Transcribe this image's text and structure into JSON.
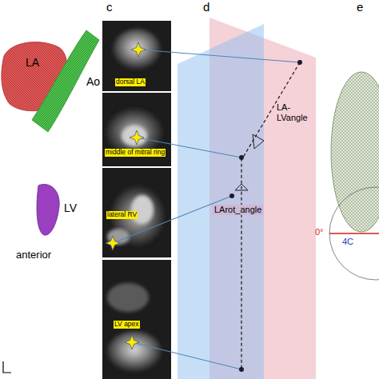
{
  "diagram": {
    "nodes": [
      {
        "text": [
          "dorsal LA"
        ]
      },
      {
        "text": [
          "middle of mitral ring"
        ]
      },
      {
        "text": [
          "lateral RV"
        ]
      },
      {
        "text": [
          "LV apex"
        ]
      }
    ],
    "labels": [
      "c",
      "d",
      "e",
      "LA",
      "Ao",
      "LV",
      "anterior",
      "LA-LVangle",
      "LArot_angle",
      "0°",
      "4C"
    ]
  }
}
